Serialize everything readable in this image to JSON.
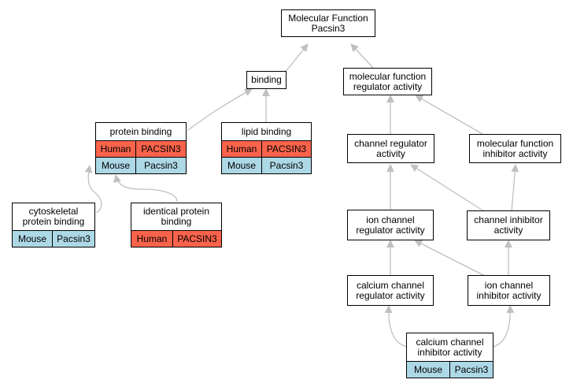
{
  "nodes": {
    "root": {
      "lines": [
        "Molecular Function",
        "Pacsin3"
      ]
    },
    "binding": {
      "lines": [
        "binding"
      ]
    },
    "mf_regulator": {
      "lines": [
        "molecular function",
        "regulator activity"
      ]
    },
    "protein_binding": {
      "lines": [
        "protein binding"
      ],
      "rows": [
        {
          "species": "Human",
          "gene": "PACSIN3"
        },
        {
          "species": "Mouse",
          "gene": "Pacsin3"
        }
      ]
    },
    "lipid_binding": {
      "lines": [
        "lipid binding"
      ],
      "rows": [
        {
          "species": "Human",
          "gene": "PACSIN3"
        },
        {
          "species": "Mouse",
          "gene": "Pacsin3"
        }
      ]
    },
    "channel_regulator": {
      "lines": [
        "channel regulator",
        "activity"
      ]
    },
    "mf_inhibitor": {
      "lines": [
        "molecular function",
        "inhibitor activity"
      ]
    },
    "cytoskeletal": {
      "lines": [
        "cytoskeletal",
        "protein binding"
      ],
      "rows": [
        {
          "species": "Mouse",
          "gene": "Pacsin3"
        }
      ]
    },
    "identical": {
      "lines": [
        "identical protein",
        "binding"
      ],
      "rows": [
        {
          "species": "Human",
          "gene": "PACSIN3"
        }
      ]
    },
    "ion_regulator": {
      "lines": [
        "ion channel",
        "regulator activity"
      ]
    },
    "channel_inhibitor": {
      "lines": [
        "channel inhibitor",
        "activity"
      ]
    },
    "calcium_regulator": {
      "lines": [
        "calcium channel",
        "regulator activity"
      ]
    },
    "ion_inhibitor": {
      "lines": [
        "ion channel",
        "inhibitor activity"
      ]
    },
    "calcium_inhibitor": {
      "lines": [
        "calcium channel",
        "inhibitor activity"
      ],
      "rows": [
        {
          "species": "Mouse",
          "gene": "Pacsin3"
        }
      ]
    }
  },
  "colors": {
    "human": "#f9634b",
    "mouse": "#add8e6",
    "edge": "#c0c0c0",
    "border": "#000000"
  }
}
